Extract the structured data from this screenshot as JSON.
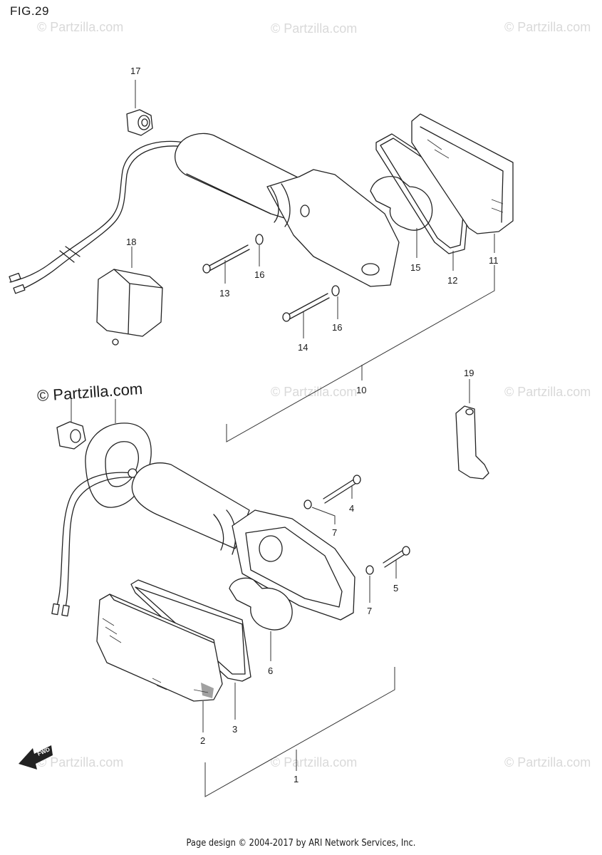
{
  "figure": {
    "title": "FIG.29"
  },
  "watermarks": {
    "light_text": "© Partzilla.com",
    "strong_text": "© Partzilla.com"
  },
  "footer": {
    "text": "Page design © 2004-2017 by ARI Network Services, Inc."
  },
  "fwd_arrow": {
    "label": "FWD"
  },
  "callouts": {
    "c17": "17",
    "c18": "18",
    "c13": "13",
    "c16a": "16",
    "c14": "14",
    "c16b": "16",
    "c15": "15",
    "c12": "12",
    "c11": "11",
    "c10": "10",
    "c19": "19",
    "c4": "4",
    "c7a": "7",
    "c5": "5",
    "c7b": "7",
    "c6": "6",
    "c3": "3",
    "c2": "2",
    "c1": "1"
  },
  "colors": {
    "ink": "#1a1a1a",
    "watermark": "#d9d9d9",
    "background": "#ffffff"
  }
}
